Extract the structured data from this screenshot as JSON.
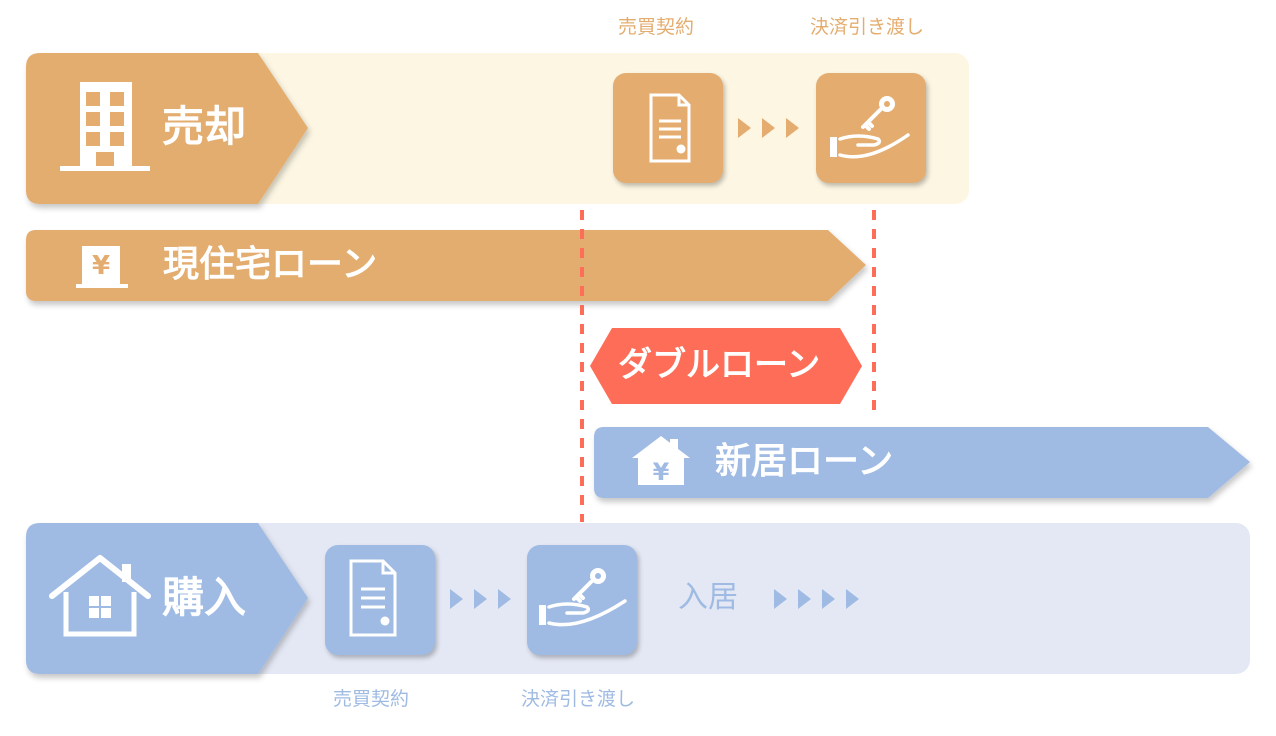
{
  "sell": {
    "title": "売却",
    "contract_label": "売買契約",
    "settlement_label": "決済引き渡し",
    "color": "#e4ad6f",
    "band_color": "#fdf6e3",
    "icons": [
      "building-icon",
      "document-icon",
      "key-hand-icon"
    ]
  },
  "current_loan": {
    "label": "現住宅ローン",
    "icon": "yen-building-icon"
  },
  "double_loan": {
    "label": "ダブルローン",
    "color": "#fe6d57"
  },
  "new_loan": {
    "label": "新居ローン",
    "icon": "yen-house-icon"
  },
  "buy": {
    "title": "購入",
    "contract_label": "売買契約",
    "settlement_label": "決済引き渡し",
    "move_in_label": "入居",
    "color": "#9fbbe3",
    "band_color": "#e4e8f4",
    "icons": [
      "house-icon",
      "document-icon",
      "key-hand-icon"
    ]
  }
}
